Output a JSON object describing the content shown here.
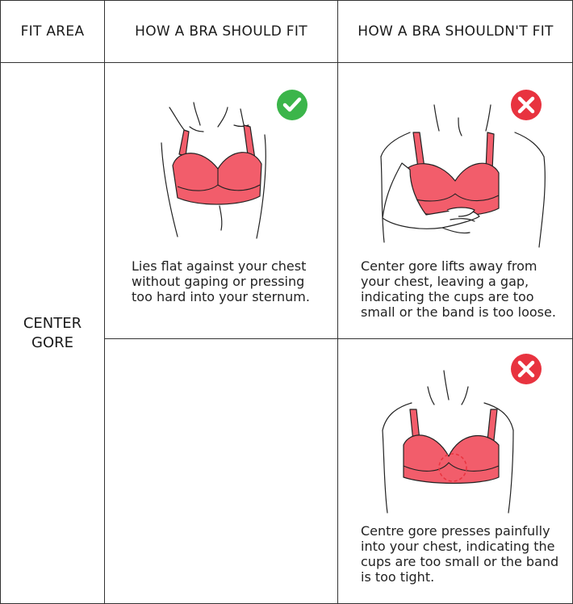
{
  "header": {
    "col1": "FIT AREA",
    "col2": "HOW A BRA SHOULD FIT",
    "col3": "HOW A BRA SHOULDN'T FIT"
  },
  "row": {
    "fit_area": "CENTER\nGORE",
    "should_fit": {
      "description": "Lies flat against your chest without gaping or pressing too hard into your sternum.",
      "icon": "check-icon",
      "icon_color": "#3bb54a"
    },
    "shouldnt_fit": [
      {
        "description": "Center gore lifts away from your chest, leaving a gap, indicating the cups are too small or the band is too loose.",
        "icon": "cross-icon",
        "icon_color": "#e8333f"
      },
      {
        "description": "Centre gore presses painfully into your chest, indicating the cups are too small or the band is too tight.",
        "icon": "cross-icon",
        "icon_color": "#e8333f"
      }
    ]
  },
  "colors": {
    "bra": "#f25d6b",
    "grid_line": "#333333",
    "pressure_marker": "#e8333f"
  }
}
